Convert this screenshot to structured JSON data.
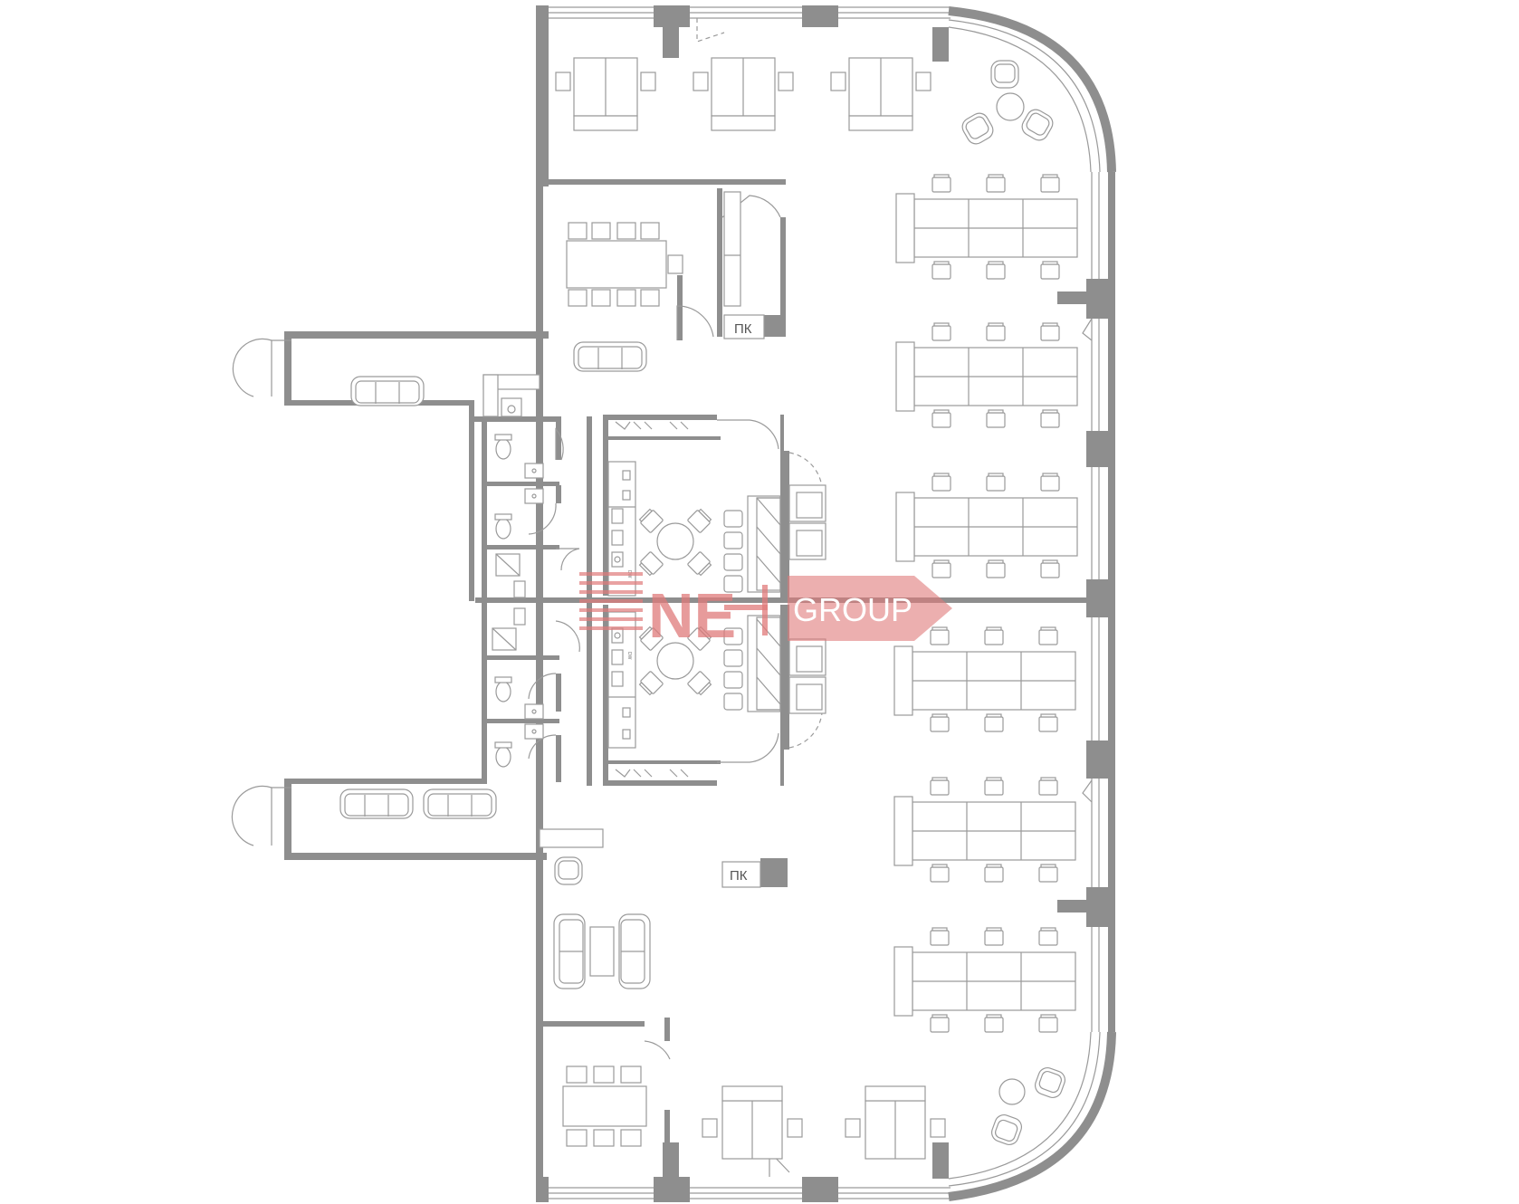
{
  "plan": {
    "labels": {
      "shaft_upper": "ПК",
      "shaft_lower": "ПК",
      "dw_upper": "DW",
      "dw_lower": "DW"
    },
    "watermark": {
      "name_part1": "NE",
      "name_part2": "GROUP"
    },
    "colors": {
      "walls": "#8e8e8e",
      "lines": "#9a9a9a",
      "watermark": "#e07a7a",
      "background": "#ffffff"
    }
  }
}
